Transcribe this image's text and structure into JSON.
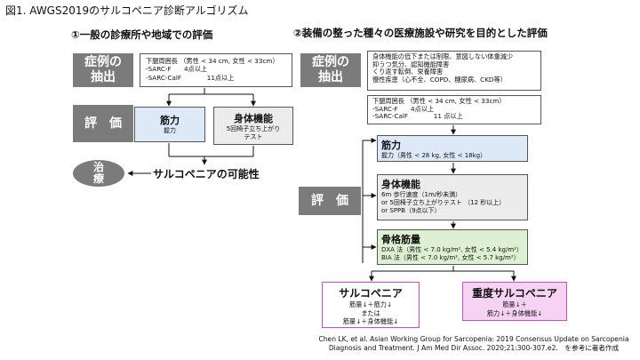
{
  "figure_title": "図1. AWGS2019のサルコペニア診断アルゴリズム",
  "left": {
    "heading": "①一般の診療所や地域での評価",
    "case_finding_label": "症例の\n抽出",
    "case_finding_criteria": "下腿周囲長 （男性 < 34 cm, 女性 < 33cm）\n-SARC-F　　4点以上\n-SARC-CalF　　　　11点以上",
    "assessment_label": "評　価",
    "muscle_strength_title": "筋力",
    "muscle_strength_detail": "握力",
    "physical_function_title": "身体機能",
    "physical_function_detail": "5回椅子立ち上がり\nテスト",
    "treatment_label": "治\n療",
    "possible_sarcopenia": "サルコペニアの可能性"
  },
  "right": {
    "heading": "②装備の整った種々の医療施設や研究を目的とした評価",
    "case_finding_label": "症例の\n抽出",
    "clinical_conditions": "身体機能の低下または制限、意図しない体重減少\n抑うつ気分、認知機能障害\nくり返す転倒、栄養障害\n慢性疾患（心不全、COPD、糖尿病、CKD等）",
    "screening_criteria": "下腿周囲長 （男性 < 34 cm, 女性 < 33cm）\n-SARC-F　　4点以上\n-SARC-CalF　　　　11 点以上",
    "assessment_label": "評　価",
    "muscle_strength_title": "筋力",
    "muscle_strength_detail": "握力（男性 < 28 kg, 女性 < 18kg）",
    "physical_function_title": "身体機能",
    "physical_function_detail": "6m 歩行速度（1m/秒未満）\nor 5回椅子立ち上がりテスト （12 秒以上）\nor SPPB（9点以下）",
    "muscle_mass_title": "骨格筋量",
    "muscle_mass_detail": "DXA 法（男性 < 7.0 kg/m², 女性 < 5.4 kg/m²）\nBIA 法（男性 < 7.0 kg/m², 女性 < 5.7 kg/m²）",
    "sarcopenia_title": "サルコペニア",
    "sarcopenia_detail": "筋量↓＋筋力↓\nまたは\n筋量↓＋身体機能↓",
    "severe_title": "重度サルコペニア",
    "severe_detail": "筋量↓＋\n筋力↓＋身体機能↓"
  },
  "citation": "Chen LK, et al. Asian Working Group for Sarcopenia: 2019 Consensus Update on Sarcopenia Diagnosis and Treatment. J Am Med Dir Assoc. 2020;21:300-307.e2.　を参考に著者作成"
}
